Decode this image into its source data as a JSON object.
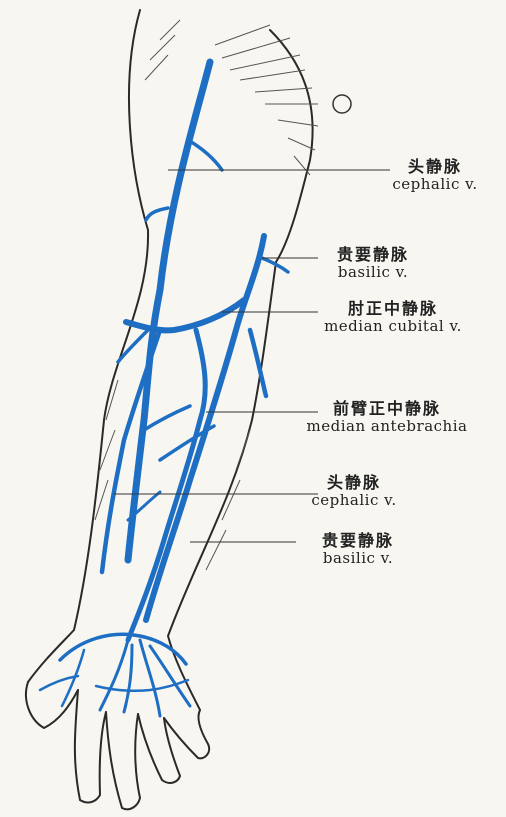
{
  "colors": {
    "vein": "#1e6fc4",
    "outline": "#2a2a2a",
    "background": "#f7f6f1"
  },
  "labels": [
    {
      "zh": "头静脉",
      "en": "cephalic v."
    },
    {
      "zh": "贵要静脉",
      "en": "basilic v."
    },
    {
      "zh": "肘正中静脉",
      "en": "median cubital v."
    },
    {
      "zh": "前臂正中静脉",
      "en": "median antebrachia"
    },
    {
      "zh": "头静脉",
      "en": "cephalic v."
    },
    {
      "zh": "贵要静脉",
      "en": "basilic v."
    }
  ]
}
